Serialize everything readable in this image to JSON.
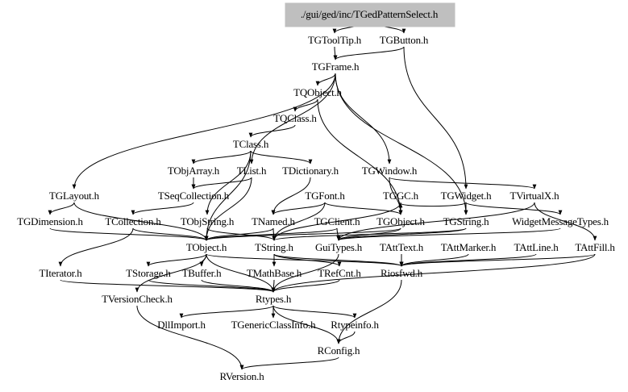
{
  "diagram": {
    "type": "include-dependency-graph",
    "root": "./gui/ged/inc/TGedPatternSelect.h",
    "colors": {
      "root_fill": "#bfbfbf",
      "edge": "#000000",
      "text": "#000000",
      "background": "#ffffff"
    },
    "nodes": [
      {
        "id": "root",
        "label": "./gui/ged/inc/TGedPatternSelect.h"
      },
      {
        "id": "TGToolTip",
        "label": "TGToolTip.h"
      },
      {
        "id": "TGButton",
        "label": "TGButton.h"
      },
      {
        "id": "TGFrame",
        "label": "TGFrame.h"
      },
      {
        "id": "TQObject",
        "label": "TQObject.h"
      },
      {
        "id": "TQClass",
        "label": "TQClass.h"
      },
      {
        "id": "TClass",
        "label": "TClass.h"
      },
      {
        "id": "TObjArray",
        "label": "TObjArray.h"
      },
      {
        "id": "TList",
        "label": "TList.h"
      },
      {
        "id": "TDictionary",
        "label": "TDictionary.h"
      },
      {
        "id": "TGWindow",
        "label": "TGWindow.h"
      },
      {
        "id": "TGLayout",
        "label": "TGLayout.h"
      },
      {
        "id": "TSeqCollection",
        "label": "TSeqCollection.h"
      },
      {
        "id": "TGFont",
        "label": "TGFont.h"
      },
      {
        "id": "TGGC",
        "label": "TGGC.h"
      },
      {
        "id": "TGWidget",
        "label": "TGWidget.h"
      },
      {
        "id": "TVirtualX",
        "label": "TVirtualX.h"
      },
      {
        "id": "TGDimension",
        "label": "TGDimension.h"
      },
      {
        "id": "TCollection",
        "label": "TCollection.h"
      },
      {
        "id": "TObjString",
        "label": "TObjString.h"
      },
      {
        "id": "TNamed",
        "label": "TNamed.h"
      },
      {
        "id": "TGClient",
        "label": "TGClient.h"
      },
      {
        "id": "TGObject",
        "label": "TGObject.h"
      },
      {
        "id": "TGString",
        "label": "TGString.h"
      },
      {
        "id": "WidgetMessageTypes",
        "label": "WidgetMessageTypes.h"
      },
      {
        "id": "TObject",
        "label": "TObject.h"
      },
      {
        "id": "TString",
        "label": "TString.h"
      },
      {
        "id": "GuiTypes",
        "label": "GuiTypes.h"
      },
      {
        "id": "TAttText",
        "label": "TAttText.h"
      },
      {
        "id": "TAttMarker",
        "label": "TAttMarker.h"
      },
      {
        "id": "TAttLine",
        "label": "TAttLine.h"
      },
      {
        "id": "TAttFill",
        "label": "TAttFill.h"
      },
      {
        "id": "TIterator",
        "label": "TIterator.h"
      },
      {
        "id": "TStorage",
        "label": "TStorage.h"
      },
      {
        "id": "TBuffer",
        "label": "TBuffer.h"
      },
      {
        "id": "TMathBase",
        "label": "TMathBase.h"
      },
      {
        "id": "TRefCnt",
        "label": "TRefCnt.h"
      },
      {
        "id": "Riosfwd",
        "label": "Riosfwd.h"
      },
      {
        "id": "TVersionCheck",
        "label": "TVersionCheck.h"
      },
      {
        "id": "Rtypes",
        "label": "Rtypes.h"
      },
      {
        "id": "DllImport",
        "label": "DllImport.h"
      },
      {
        "id": "TGenericClassInfo",
        "label": "TGenericClassInfo.h"
      },
      {
        "id": "Rtypeinfo",
        "label": "Rtypeinfo.h"
      },
      {
        "id": "RConfig",
        "label": "RConfig.h"
      },
      {
        "id": "RVersion",
        "label": "RVersion.h"
      }
    ],
    "edges": [
      [
        "root",
        "TGToolTip"
      ],
      [
        "root",
        "TGButton"
      ],
      [
        "TGToolTip",
        "TGFrame"
      ],
      [
        "TGButton",
        "TGFrame"
      ],
      [
        "TGButton",
        "TGWidget"
      ],
      [
        "TGFrame",
        "TQObject"
      ],
      [
        "TGFrame",
        "TGLayout"
      ],
      [
        "TGFrame",
        "TList"
      ],
      [
        "TGFrame",
        "TGWindow"
      ],
      [
        "TGFrame",
        "TGString"
      ],
      [
        "TQObject",
        "TQClass"
      ],
      [
        "TQObject",
        "TGObject"
      ],
      [
        "TQClass",
        "TClass"
      ],
      [
        "TClass",
        "TObjArray"
      ],
      [
        "TClass",
        "TDictionary"
      ],
      [
        "TClass",
        "TObjString"
      ],
      [
        "TClass",
        "TObject"
      ],
      [
        "TObjArray",
        "TSeqCollection"
      ],
      [
        "TList",
        "TSeqCollection"
      ],
      [
        "TList",
        "TObject"
      ],
      [
        "TDictionary",
        "TNamed"
      ],
      [
        "TGWindow",
        "TGObject"
      ],
      [
        "TGWindow",
        "TVirtualX"
      ],
      [
        "TGLayout",
        "TGDimension"
      ],
      [
        "TGLayout",
        "TObject"
      ],
      [
        "TSeqCollection",
        "TCollection"
      ],
      [
        "TGFont",
        "TNamed"
      ],
      [
        "TGFont",
        "TGObject"
      ],
      [
        "TGFont",
        "TString"
      ],
      [
        "TGGC",
        "TGObject"
      ],
      [
        "TGGC",
        "TString"
      ],
      [
        "TGWidget",
        "TGGC"
      ],
      [
        "TGWidget",
        "TGString"
      ],
      [
        "TGWidget",
        "WidgetMessageTypes"
      ],
      [
        "TVirtualX",
        "TAttFill"
      ],
      [
        "TVirtualX",
        "GuiTypes"
      ],
      [
        "TGDimension",
        "TObject"
      ],
      [
        "TCollection",
        "TObject"
      ],
      [
        "TCollection",
        "TIterator"
      ],
      [
        "TObjString",
        "TString"
      ],
      [
        "TNamed",
        "TObject"
      ],
      [
        "TNamed",
        "TString"
      ],
      [
        "TGClient",
        "TObject"
      ],
      [
        "TGClient",
        "GuiTypes"
      ],
      [
        "TGObject",
        "TObject"
      ],
      [
        "TGObject",
        "GuiTypes"
      ],
      [
        "TGString",
        "TString"
      ],
      [
        "TGString",
        "GuiTypes"
      ],
      [
        "WidgetMessageTypes",
        "GuiTypes"
      ],
      [
        "TObject",
        "TStorage"
      ],
      [
        "TObject",
        "TBuffer"
      ],
      [
        "TObject",
        "TVersionCheck"
      ],
      [
        "TObject",
        "Riosfwd"
      ],
      [
        "TObject",
        "Rtypes"
      ],
      [
        "TString",
        "TMathBase"
      ],
      [
        "TString",
        "TRefCnt"
      ],
      [
        "TString",
        "Riosfwd"
      ],
      [
        "GuiTypes",
        "Rtypes"
      ],
      [
        "TAttText",
        "Riosfwd"
      ],
      [
        "TAttMarker",
        "Riosfwd"
      ],
      [
        "TAttLine",
        "Riosfwd"
      ],
      [
        "TAttFill",
        "Riosfwd"
      ],
      [
        "TAttFill",
        "Rtypes"
      ],
      [
        "TIterator",
        "Rtypes"
      ],
      [
        "TStorage",
        "Rtypes"
      ],
      [
        "TBuffer",
        "Rtypes"
      ],
      [
        "TMathBase",
        "Rtypes"
      ],
      [
        "TRefCnt",
        "Rtypes"
      ],
      [
        "Riosfwd",
        "RConfig"
      ],
      [
        "TVersionCheck",
        "RVersion"
      ],
      [
        "Rtypes",
        "DllImport"
      ],
      [
        "Rtypes",
        "TGenericClassInfo"
      ],
      [
        "Rtypes",
        "Rtypeinfo"
      ],
      [
        "Rtypes",
        "RConfig"
      ],
      [
        "Rtypeinfo",
        "RConfig"
      ],
      [
        "RConfig",
        "RVersion"
      ]
    ]
  }
}
